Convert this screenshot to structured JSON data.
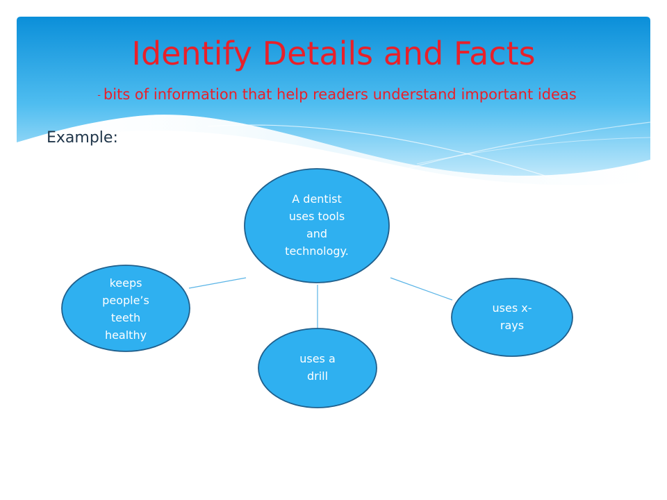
{
  "slide": {
    "title": "Identify Details and Facts",
    "subtitle_bullet": "-",
    "subtitle": "bits of information that help readers understand important ideas",
    "example_label": "Example:"
  },
  "diagram": {
    "center": {
      "label_lines": [
        "A dentist",
        "uses tools",
        "and",
        "technology."
      ]
    },
    "details": [
      {
        "id": "left",
        "label_lines": [
          "keeps",
          "people’s",
          "teeth",
          "healthy"
        ]
      },
      {
        "id": "bottom",
        "label_lines": [
          "uses a",
          "drill"
        ]
      },
      {
        "id": "right",
        "label_lines": [
          "uses x-",
          "rays"
        ]
      }
    ]
  },
  "colors": {
    "title": "#e8202a",
    "node_fill": "#2fb0f0",
    "node_stroke": "#1f5f8c",
    "connector": "#5ab4e6",
    "banner_top": "#0b8fd9",
    "banner_bottom": "#bfe8fb"
  }
}
